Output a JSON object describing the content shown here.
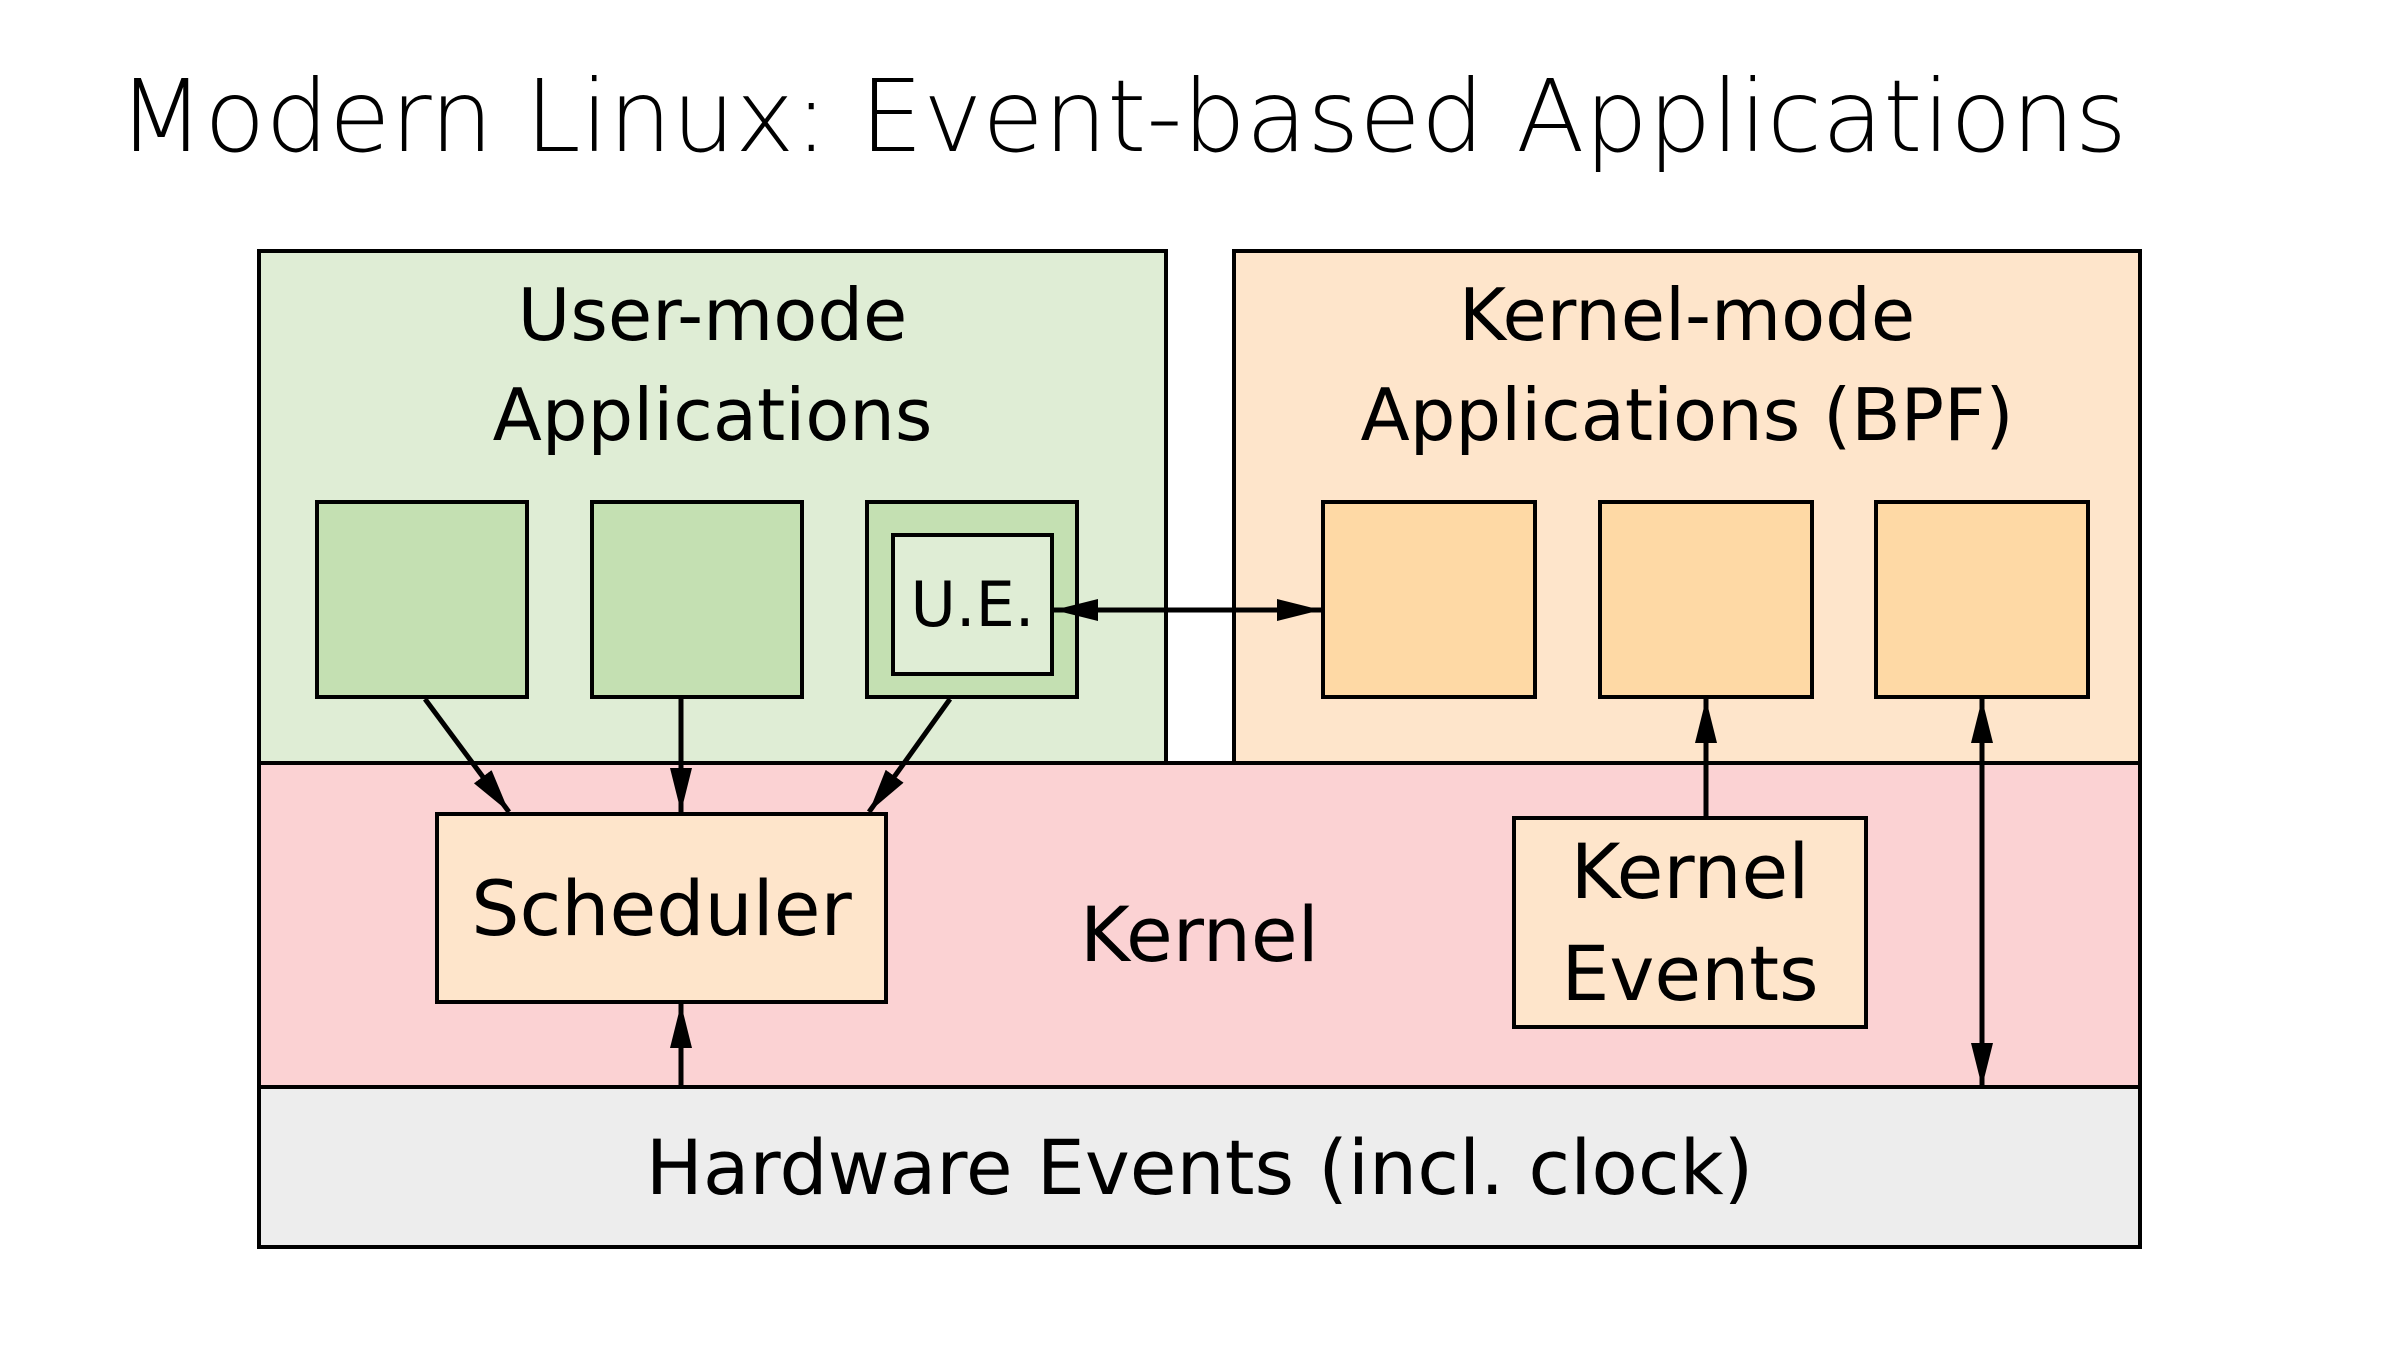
{
  "slide": {
    "title": "Modern Linux: Event-based Applications"
  },
  "diagram": {
    "user_mode": {
      "label_line1": "User-mode",
      "label_line2": "Applications",
      "app_count": 3,
      "ue_label": "U.E.",
      "color_region": "#dfedd5",
      "color_box": "#c4e0b2"
    },
    "kernel_mode": {
      "label_line1": "Kernel-mode",
      "label_line2": "Applications (BPF)",
      "app_count": 3,
      "color_region": "#fee5cb",
      "color_box": "#fed9a5"
    },
    "kernel": {
      "label": "Kernel",
      "scheduler_label": "Scheduler",
      "events_line1": "Kernel",
      "events_line2": "Events",
      "color_region": "#fbd2d3"
    },
    "hardware": {
      "label": "Hardware Events (incl. clock)",
      "color_region": "#ededed"
    },
    "connections": [
      {
        "from": "user-app-1",
        "to": "scheduler",
        "type": "arrow"
      },
      {
        "from": "user-app-2",
        "to": "scheduler",
        "type": "arrow"
      },
      {
        "from": "user-app-3",
        "to": "scheduler",
        "type": "arrow"
      },
      {
        "from": "ue-box",
        "to": "bpf-app-1",
        "type": "bidirectional"
      },
      {
        "from": "hardware-events",
        "to": "scheduler",
        "type": "arrow"
      },
      {
        "from": "kernel-events",
        "to": "bpf-app-2",
        "type": "arrow"
      },
      {
        "from": "hardware-events",
        "to": "bpf-app-3",
        "type": "bidirectional"
      }
    ]
  }
}
